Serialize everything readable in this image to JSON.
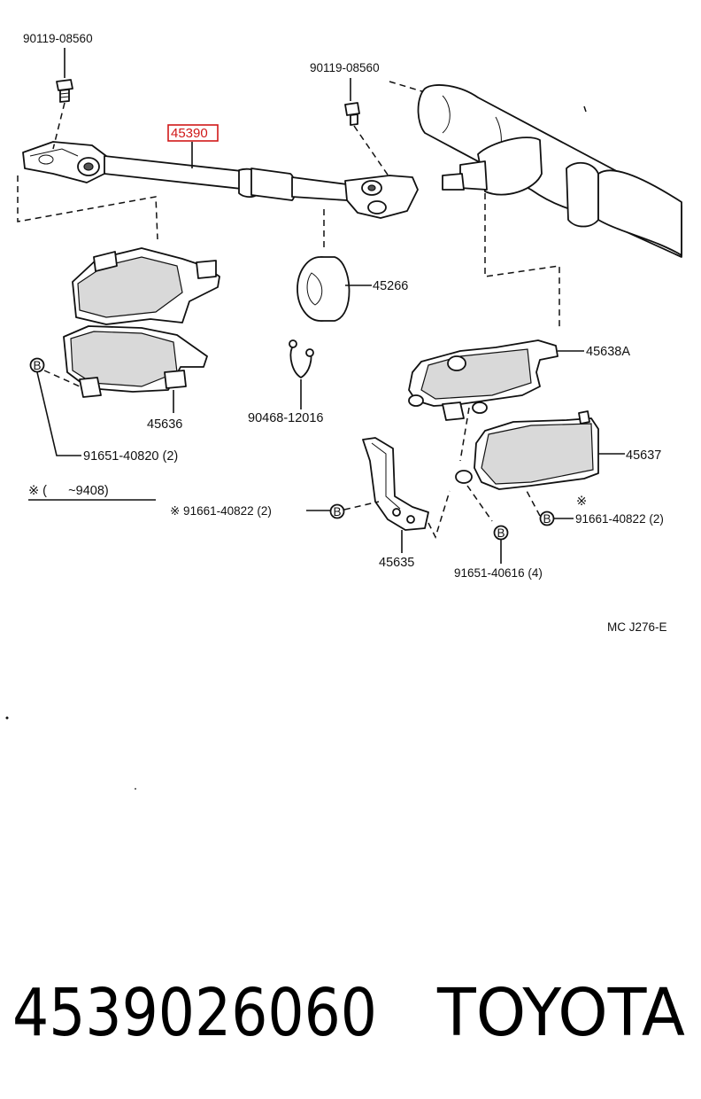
{
  "diagram": {
    "labels": {
      "bolt_top_left": "90119-08560",
      "bolt_top_mid": "90119-08560",
      "shaft_part": "45390",
      "seal_part": "45266",
      "clamp_part": "90468-12016",
      "cover_upper_part": "45636",
      "bolt_cover_left": "91651-40820 (2)",
      "date_note": "※ (      ~9408)",
      "bracket_part": "45638A",
      "cover_lower_part": "45637",
      "bolt_bracket_left": "※ 91661-40822 (2)",
      "bolt_bracket_right": "91661-40822 (2)",
      "note_mark": "※",
      "bracket_small_part": "45635",
      "bolt_bottom": "91651-40616 (4)",
      "drawing_code": "MC J276-E"
    },
    "markers": {
      "b": "B"
    }
  },
  "footer": {
    "part_number": "4539026060",
    "brand": "TOYOTA"
  },
  "colors": {
    "highlight": "#d01818",
    "ink": "#111111"
  }
}
